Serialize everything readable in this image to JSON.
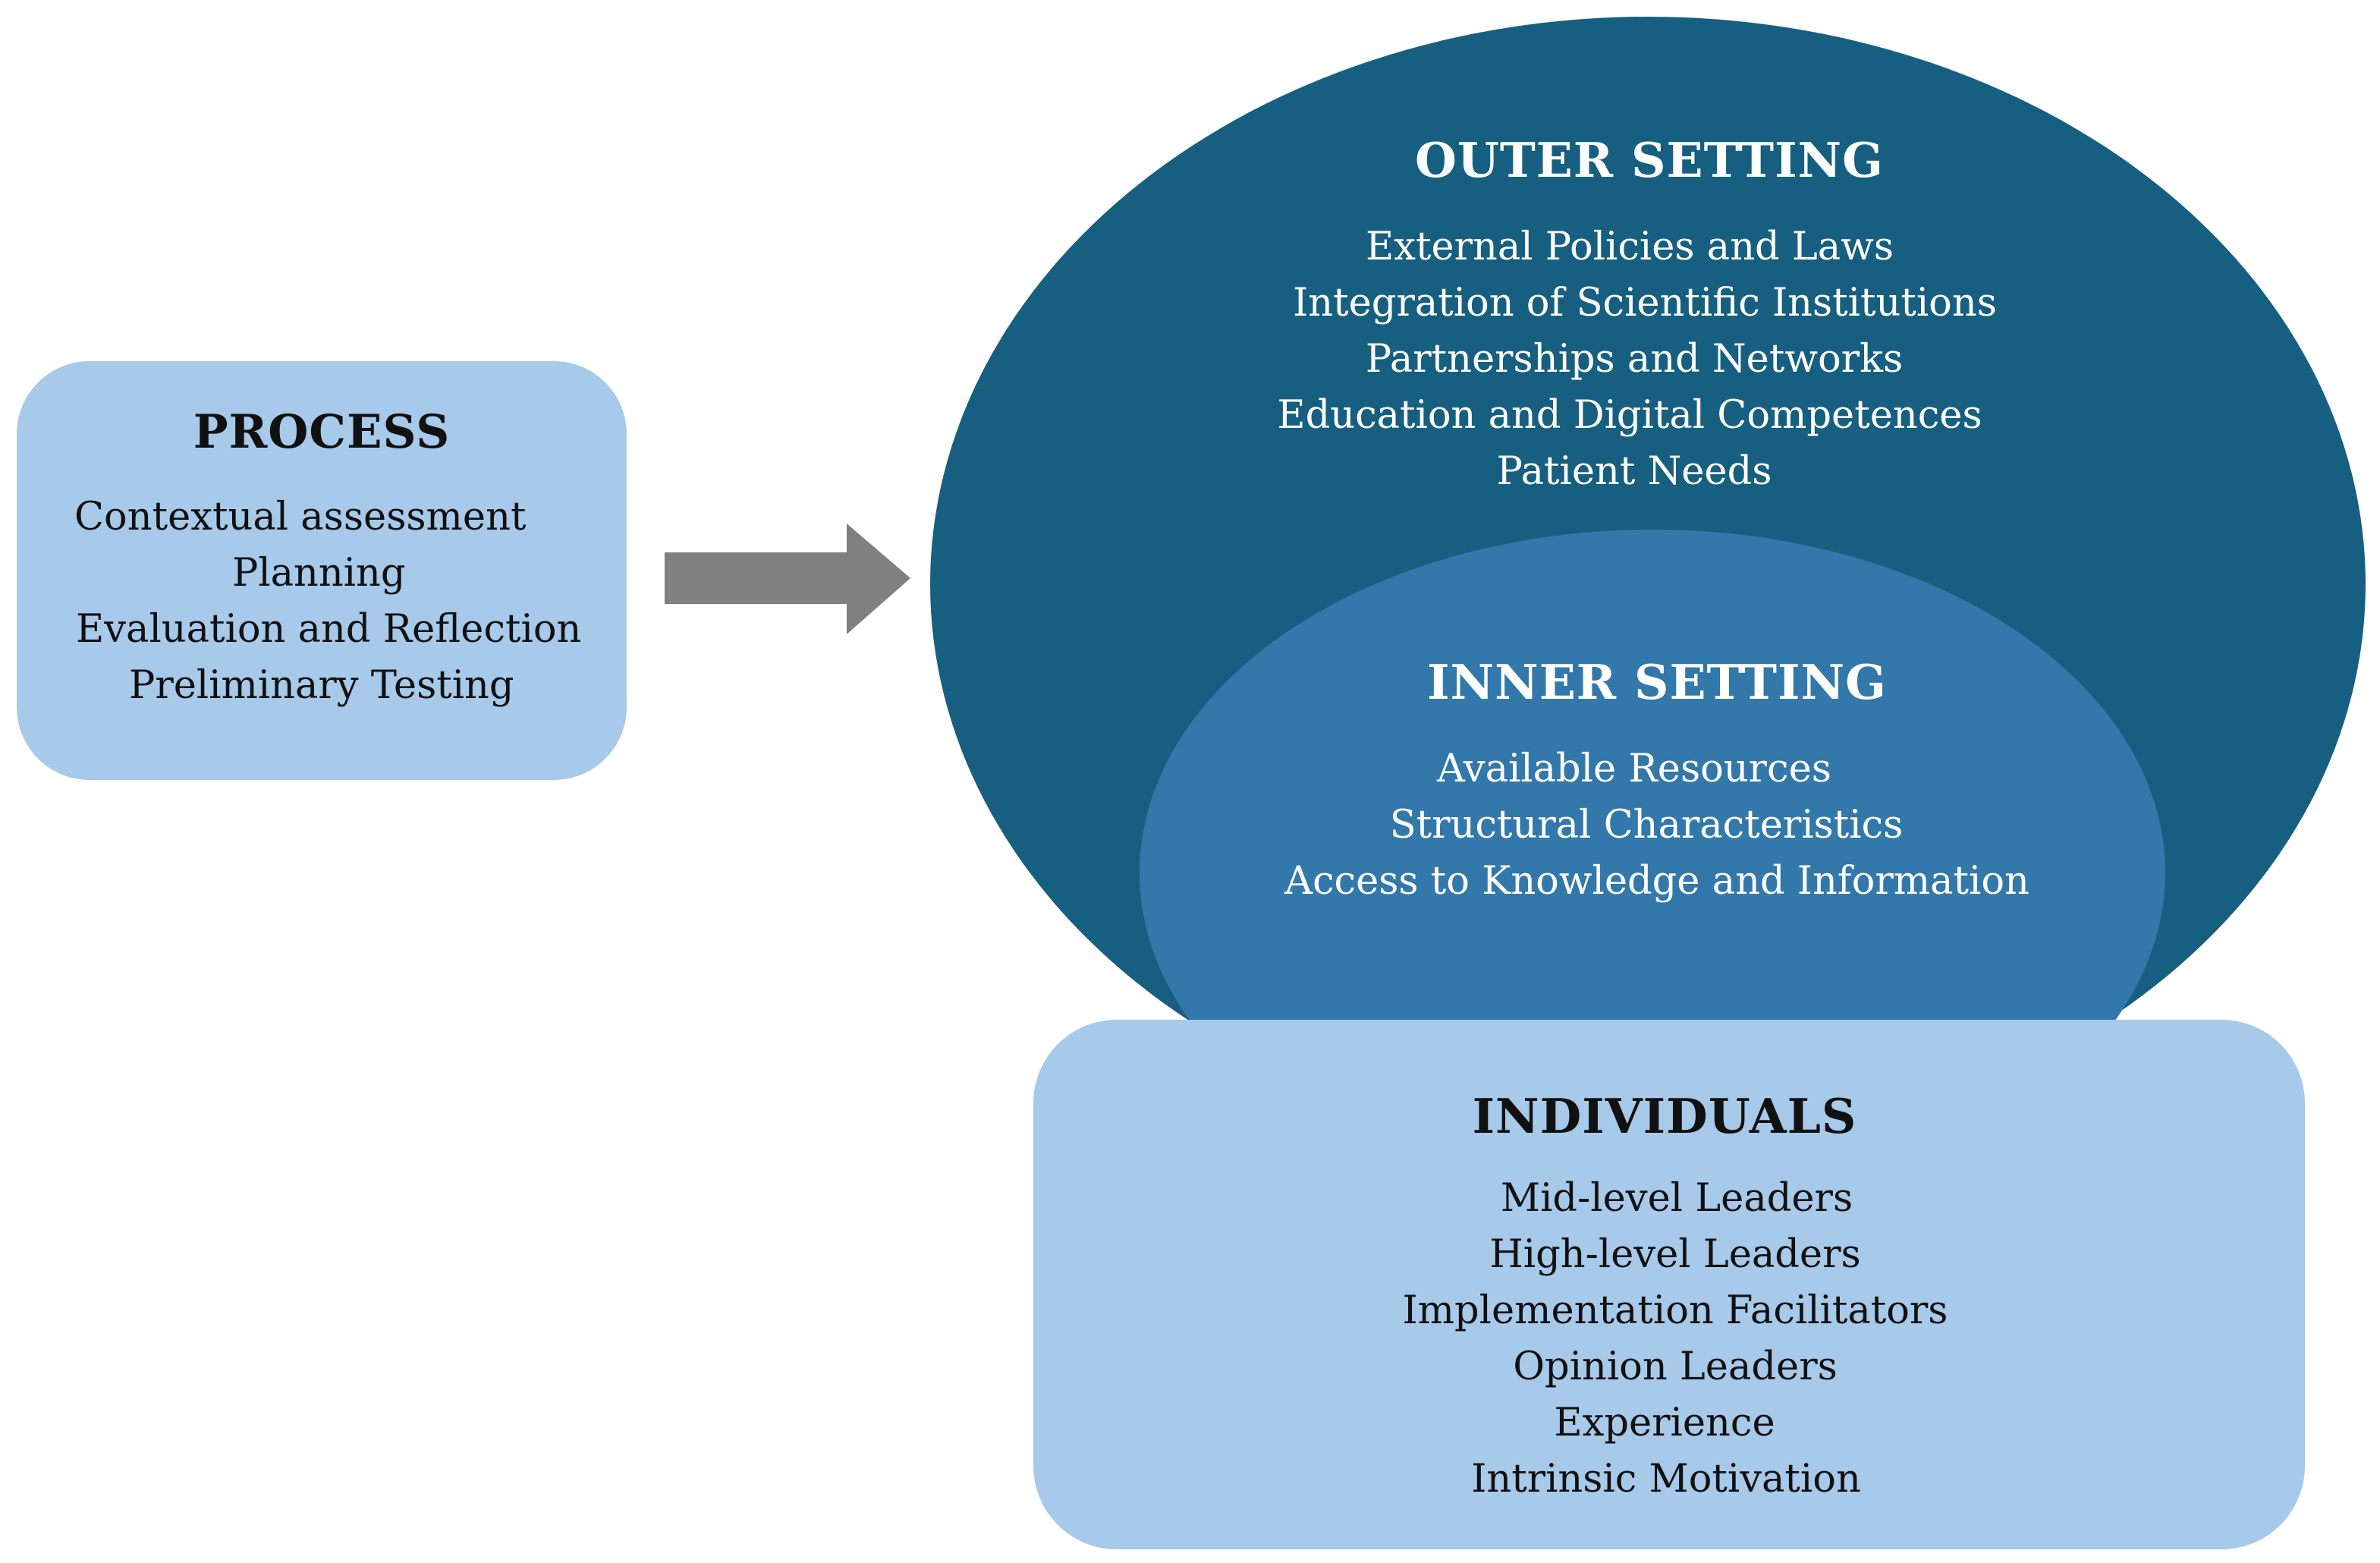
{
  "process": {
    "title": "PROCESS",
    "items": [
      "Contextual assessment",
      "Planning",
      "Evaluation and Reflection",
      "Preliminary Testing"
    ]
  },
  "outer_setting": {
    "title": "OUTER SETTING",
    "items": [
      "External Policies and Laws",
      "Integration of Scientific Institutions",
      "Partnerships and Networks",
      "Education and Digital Competences",
      "Patient Needs"
    ]
  },
  "inner_setting": {
    "title": "INNER SETTING",
    "items": [
      "Available Resources",
      "Structural Characteristics",
      "Access to Knowledge and Information"
    ]
  },
  "individuals": {
    "title": "INDIVIDUALS",
    "items": [
      "Mid-level Leaders",
      "High-level Leaders",
      "Implementation Facilitators",
      "Opinion Leaders",
      "Experience",
      "Intrinsic Motivation"
    ]
  },
  "colors": {
    "outer": "#175f80",
    "inner": "#3278ab",
    "light_box": "#a7c9ea",
    "arrow": "#808080"
  },
  "icons": {
    "arrow": "right-arrow-icon"
  }
}
